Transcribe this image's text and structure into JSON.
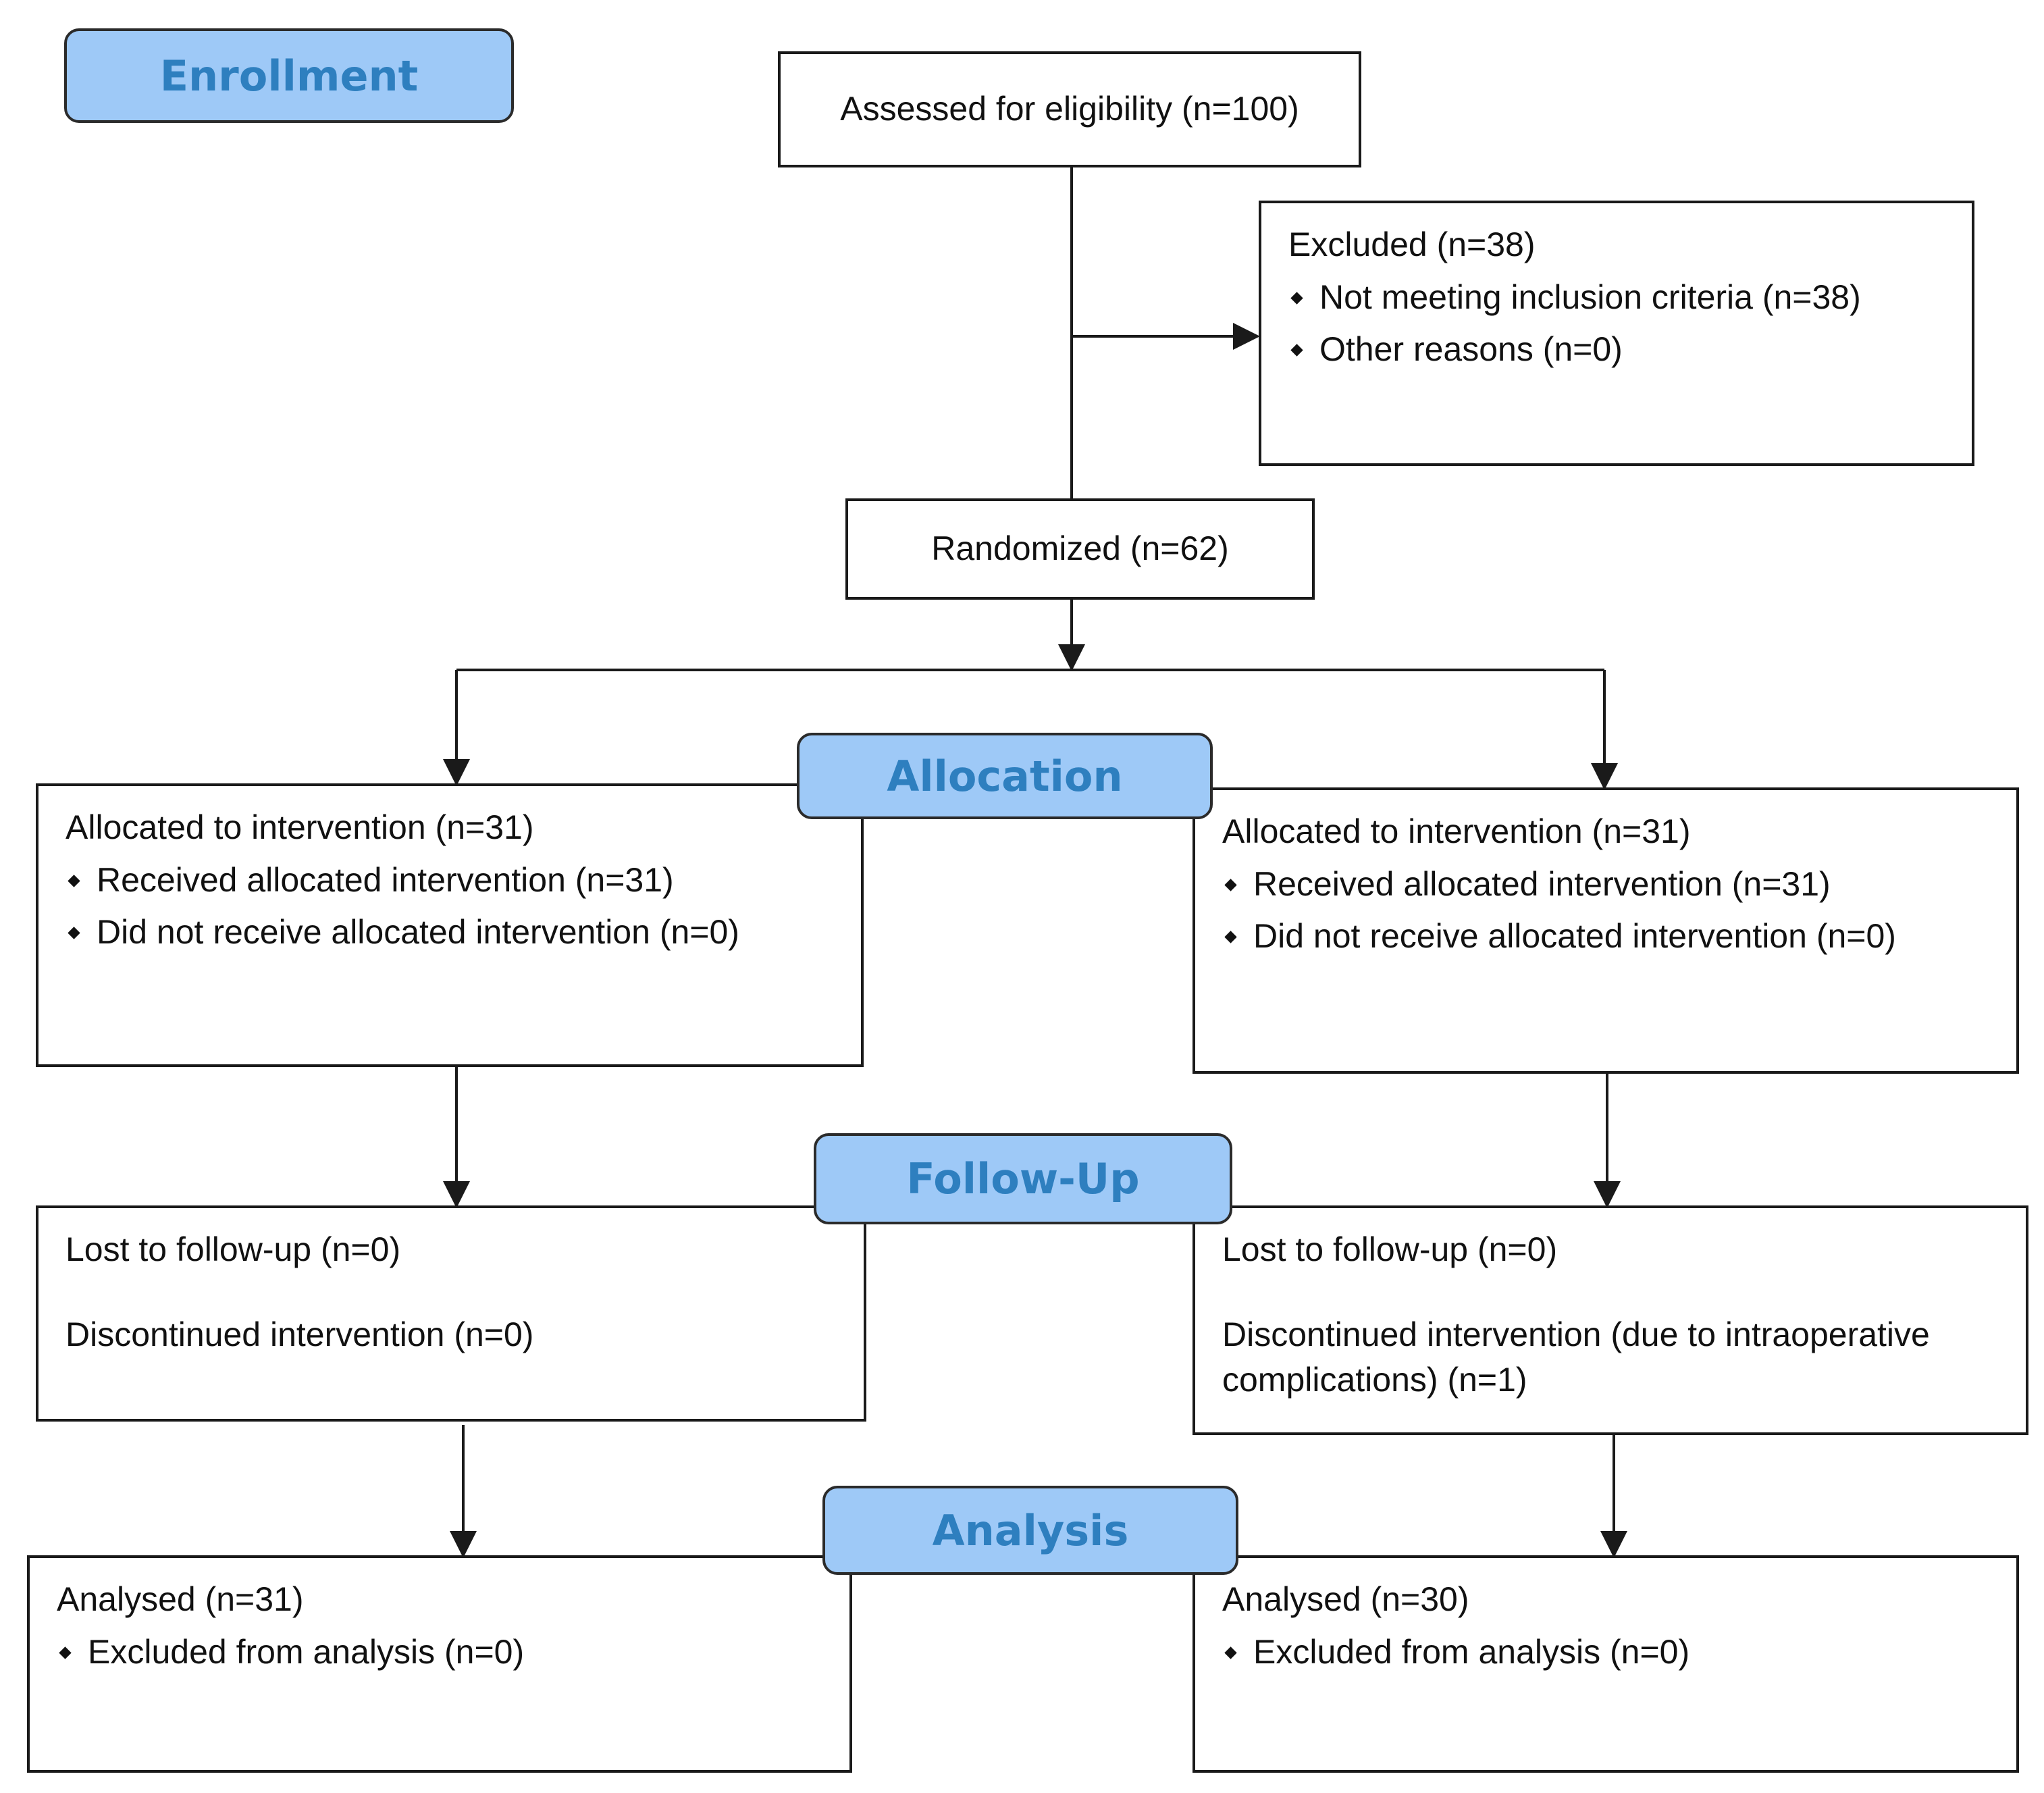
{
  "colors": {
    "phase_fill": "#9ec9f7",
    "phase_text": "#2e7fbf",
    "line": "#1a1a1a"
  },
  "phases": {
    "enrollment": "Enrollment",
    "allocation": "Allocation",
    "follow_up": "Follow-Up",
    "analysis": "Analysis"
  },
  "enrollment": {
    "assessed": "Assessed for eligibility (n=100)",
    "excluded": {
      "title": "Excluded (n=38)",
      "items": [
        "Not meeting inclusion criteria (n=38)",
        "Other reasons (n=0)"
      ]
    },
    "randomized": "Randomized (n=62)"
  },
  "allocation": {
    "left": {
      "title": "Allocated to intervention (n=31)",
      "items": [
        "Received allocated intervention (n=31)",
        "Did not receive allocated intervention (n=0)"
      ]
    },
    "right": {
      "title": "Allocated to intervention (n=31)",
      "items": [
        "Received allocated intervention (n=31)",
        "Did not receive allocated intervention (n=0)"
      ]
    }
  },
  "follow_up": {
    "left": {
      "lost": "Lost to follow-up (n=0)",
      "discontinued": "Discontinued intervention (n=0)"
    },
    "right": {
      "lost": "Lost to follow-up (n=0)",
      "discontinued": "Discontinued intervention (due to intraoperative complications) (n=1)"
    }
  },
  "analysis": {
    "left": {
      "title": "Analysed (n=31)",
      "items": [
        "Excluded from analysis (n=0)"
      ]
    },
    "right": {
      "title": "Analysed (n=30)",
      "items": [
        "Excluded from analysis (n=0)"
      ]
    }
  }
}
